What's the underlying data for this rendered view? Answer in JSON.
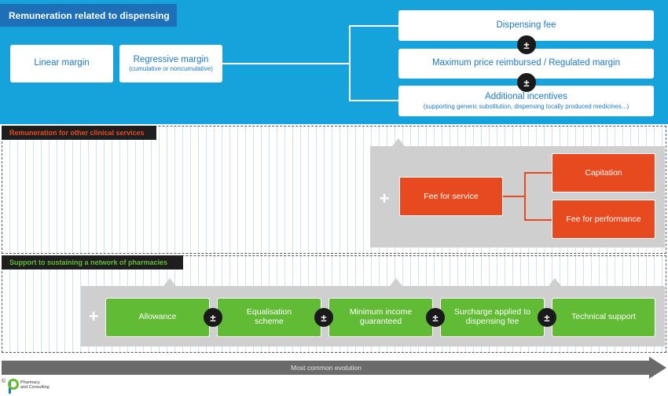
{
  "dispensing": {
    "title": "Remuneration related to dispensing",
    "linear_margin": "Linear margin",
    "regressive_margin": "Regressive margin",
    "regressive_note": "(cumulative or noncumulative)",
    "dispensing_fee": "Dispensing fee",
    "max_price": "Maximum price reimbursed / Regulated margin",
    "additional_incentives": "Additional incentives",
    "incentives_note": "(supporting generic substitution, dispensing locally produced medicines...)",
    "operator": "±"
  },
  "clinical": {
    "title": "Remuneration for other clinical services",
    "title_color": "#e64a1e",
    "plus": "+",
    "fee_for_service": "Fee for service",
    "capitation": "Capitation",
    "fee_for_performance": "Fee for performance"
  },
  "network": {
    "title": "Support to sustaining a network of pharmacies",
    "title_color": "#62bb35",
    "plus": "+",
    "items": [
      "Allowance",
      "Equalisation scheme",
      "Minimum income guaranteed",
      "Surcharge applied to dispensing fee",
      "Technical support"
    ],
    "operator": "±"
  },
  "evolution_arrow": "Most common evolution",
  "footer": {
    "copyright": "©",
    "logo_text_line1": "Pharmacy",
    "logo_text_line2": "and Consulting"
  }
}
